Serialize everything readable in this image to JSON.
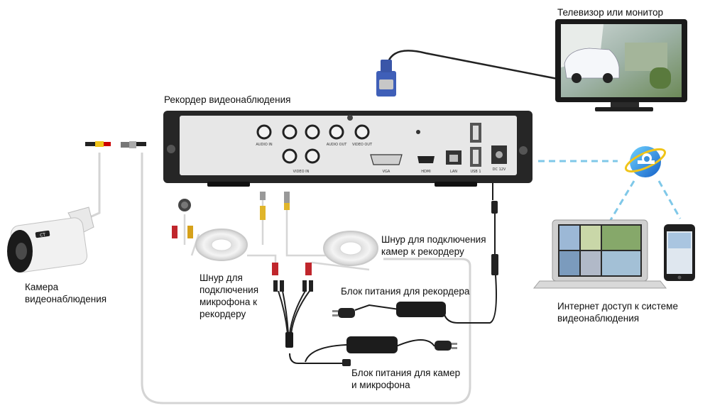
{
  "labels": {
    "tv": "Телевизор или монитор",
    "recorder": "Рекордер видеонаблюдения",
    "camera": [
      "Камера",
      "видеонаблюдения"
    ],
    "cam_cable": [
      "Шнур для подключения",
      "камер к рекордеру"
    ],
    "mic_cable": [
      "Шнур для",
      "подключения",
      "микрофона к",
      "рекордеру"
    ],
    "psu_recorder": "Блок питания для рекордера",
    "psu_cams": [
      "Блок питания для камер",
      "и микрофона"
    ],
    "internet": [
      "Интернет доступ к системе",
      "видеонаблюдения"
    ]
  },
  "recorder_panel": {
    "audio_in": "AUDIO IN",
    "video_in": "VIDEO IN",
    "audio_out": "AUDIO OUT",
    "video_out": "VIDEO OUT",
    "vga": "VGA",
    "hdmi": "HDMI",
    "lan": "LAN",
    "usb": "USB 1",
    "dc": "DC 12V"
  },
  "camera_brand": "CT",
  "colors": {
    "internet_link": "#7fc8e8",
    "device_body": "#2b2b2b",
    "panel": "#e7e7e7"
  }
}
